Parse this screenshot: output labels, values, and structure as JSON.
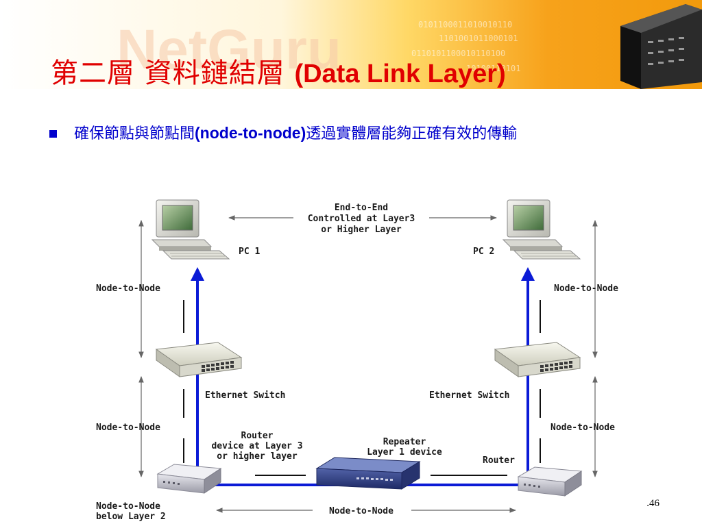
{
  "slide": {
    "title_zh": "第二層  資料鏈結層",
    "title_en": "(Data Link Layer)",
    "bullet_zh_1": "確保節點與節點間",
    "bullet_en": "(node-to-node)",
    "bullet_zh_2": "透過實體層能夠正確有效的傳輸",
    "page_number": ".46",
    "banner_text": "NetGuru"
  },
  "diagram": {
    "end_to_end": [
      "End-to-End",
      "Controlled at Layer3",
      "or Higher Layer"
    ],
    "pc1": "PC 1",
    "pc2": "PC 2",
    "node_to_node": "Node-to-Node",
    "ethernet_switch": "Ethernet Switch",
    "router_left": [
      "Router",
      "device at Layer 3",
      "or higher layer"
    ],
    "repeater": [
      "Repeater",
      "Layer 1 device"
    ],
    "router_right": "Router",
    "node_below": [
      "Node-to-Node",
      "below Layer 2"
    ],
    "bottom_node": "Node-to-Node"
  },
  "colors": {
    "title": "#e00000",
    "bullet": "#0000cc",
    "link": "#0b1bd6",
    "banner_orange": "#f7a21b",
    "banner_yellow": "#ffe27a"
  },
  "icons": {
    "computer": "desktop-computer-icon",
    "switch": "network-switch-icon",
    "router": "router-icon",
    "repeater": "repeater-hub-icon"
  }
}
